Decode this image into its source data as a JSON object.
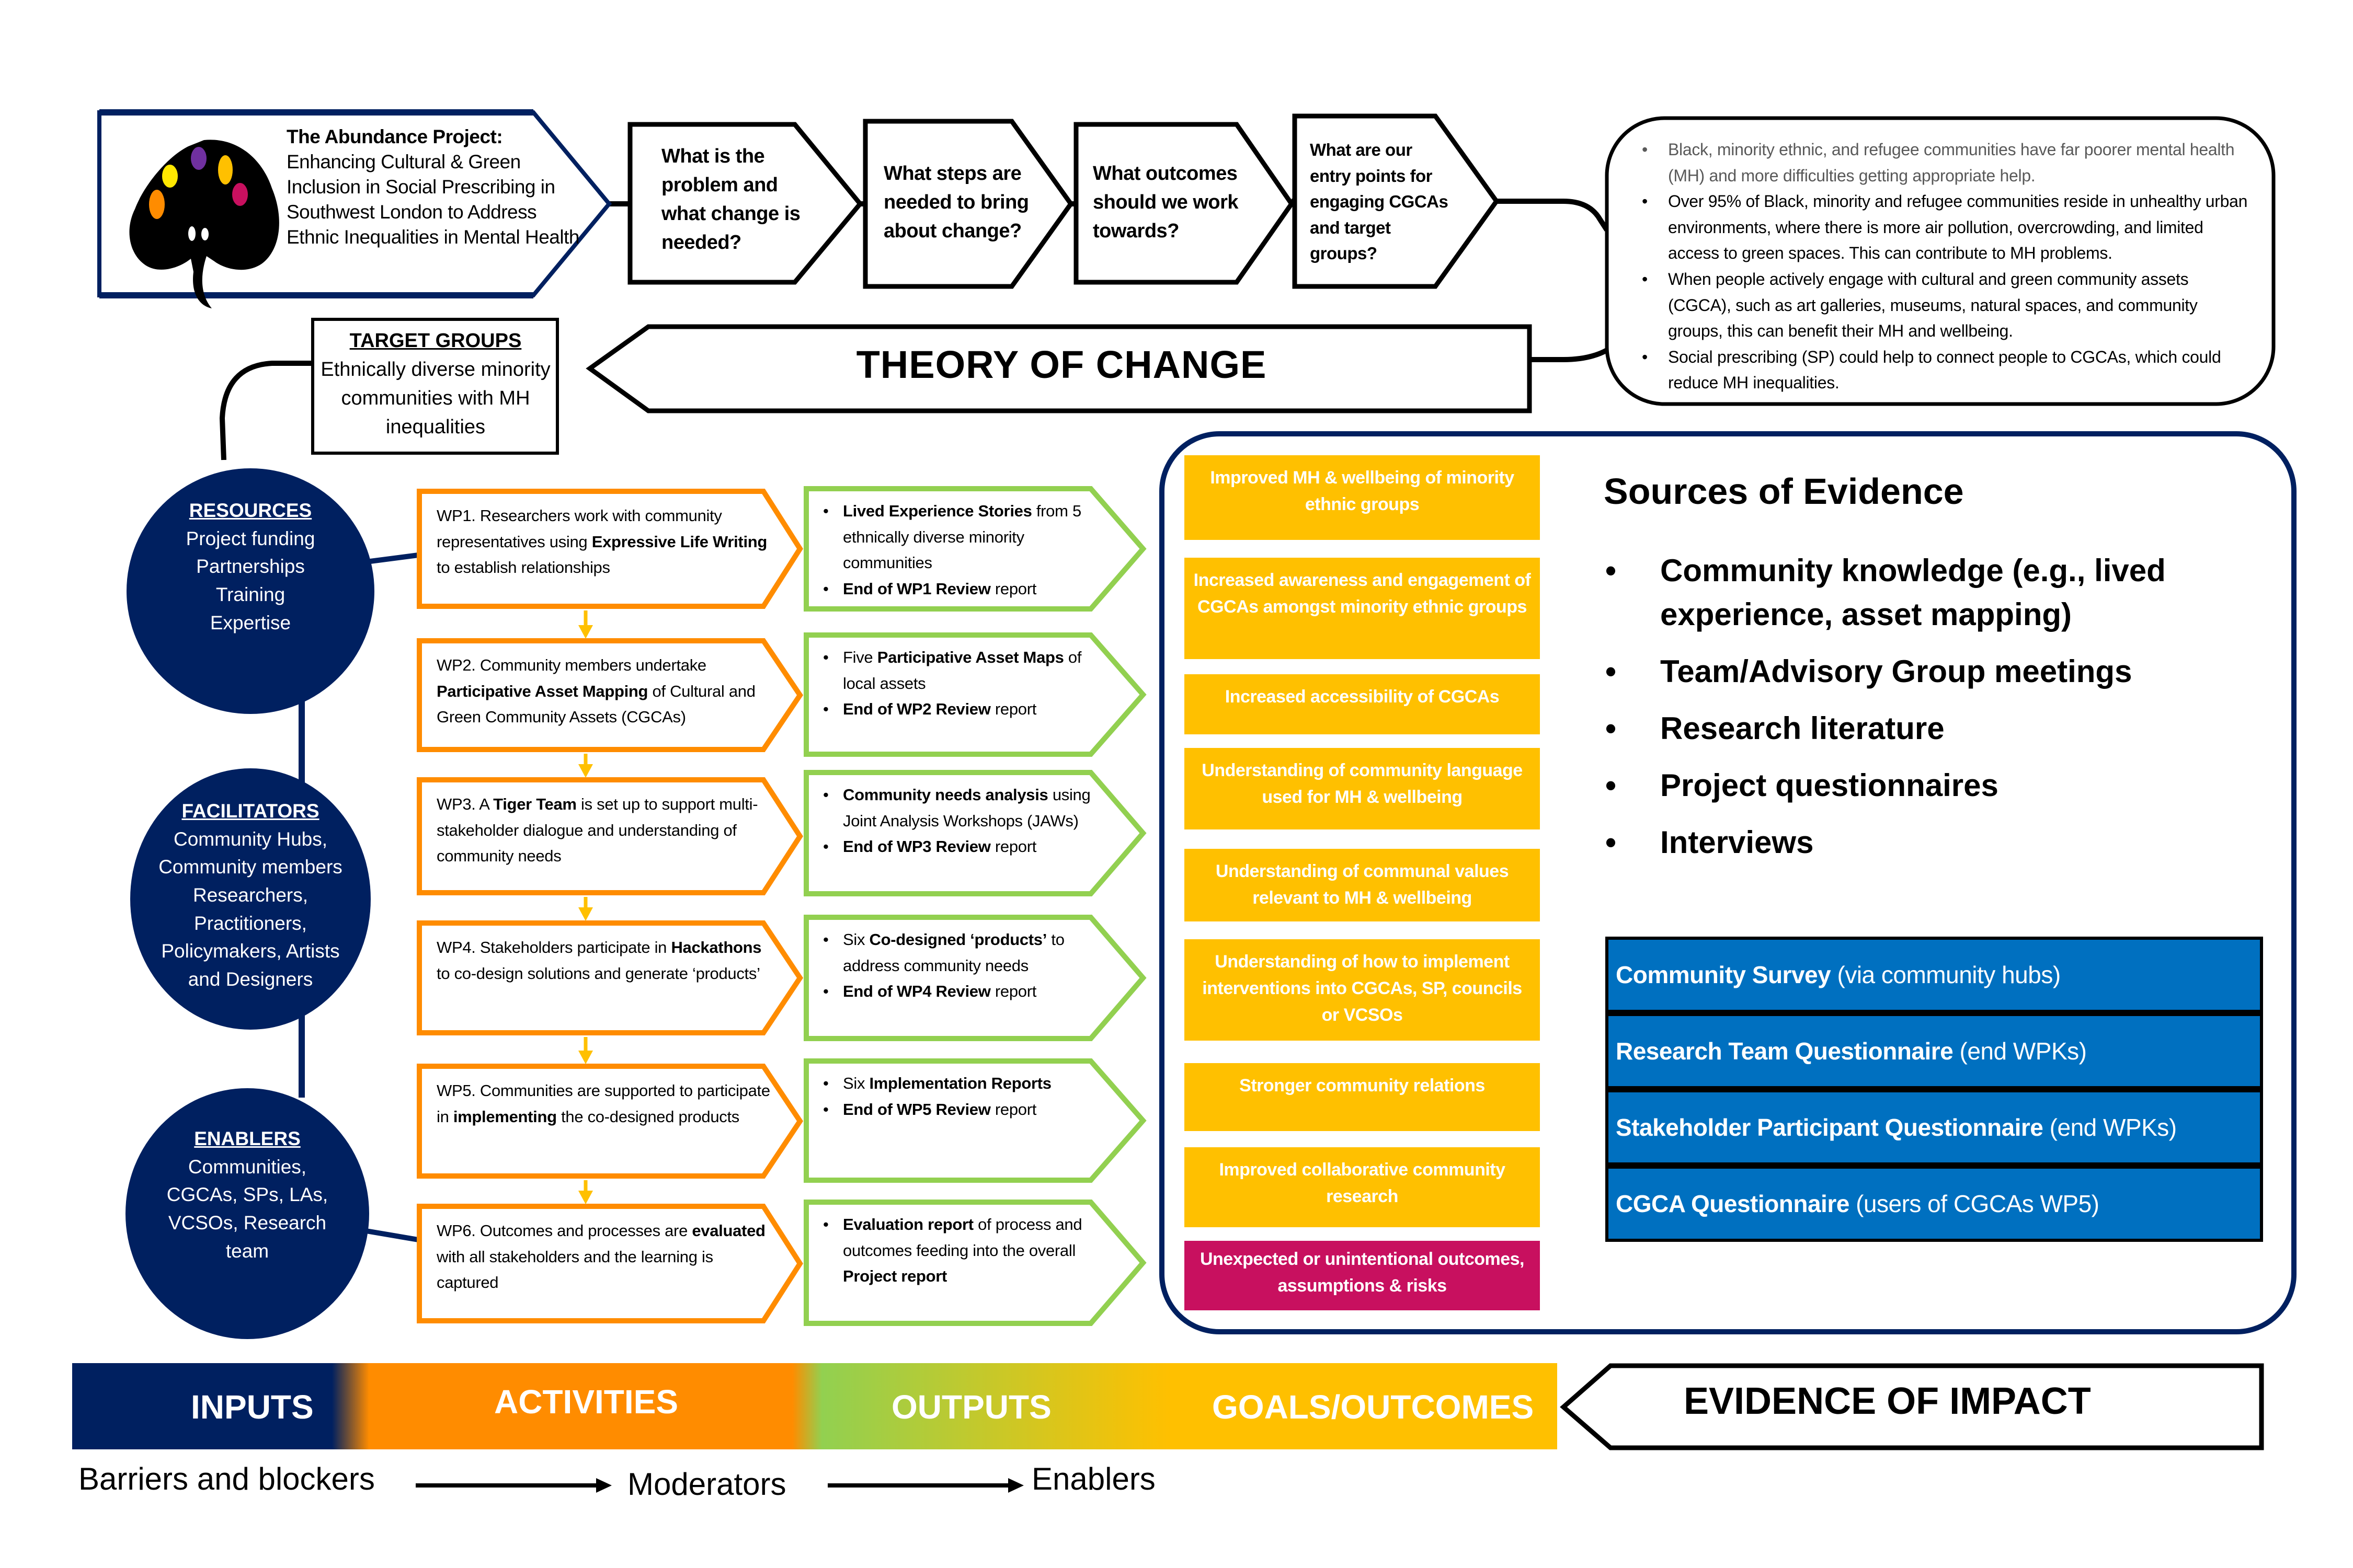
{
  "header": {
    "title_bold": "The Abundance Project:",
    "title_rest": "Enhancing Cultural & Green Inclusion in Social Prescribing in Southwest London to Address Ethnic Inequalities in Mental Health",
    "logo": "tree-logo",
    "questions": [
      "What is the problem and what change is needed?",
      "What steps are needed to bring about change?",
      "What outcomes should we work towards?",
      "What are our entry points for engaging CGCAs and target groups?"
    ]
  },
  "problem_bullets": [
    "Black, minority ethnic, and refugee communities have far poorer mental health (MH) and more difficulties getting appropriate help.",
    "Over 95% of Black, minority and refugee communities reside in unhealthy urban environments, where there is more air pollution, overcrowding, and limited access to green spaces. This can contribute to MH problems.",
    "When people actively engage with cultural and green community assets (CGCA), such as art galleries, museums, natural spaces, and community groups, this can benefit their MH and wellbeing.",
    "Social prescribing (SP) could help to connect people to CGCAs, which could reduce MH inequalities."
  ],
  "target_groups": {
    "heading": "TARGET GROUPS",
    "text": "Ethnically diverse minority communities with MH inequalities"
  },
  "banner": "THEORY OF CHANGE",
  "inputs": [
    {
      "heading": "RESOURCES",
      "lines": [
        "Project funding",
        "Partnerships",
        "Training",
        "Expertise"
      ]
    },
    {
      "heading": "FACILITATORS",
      "lines": [
        "Community Hubs,",
        "Community members",
        "Researchers,",
        "Practitioners,",
        "Policymakers, Artists",
        "and Designers"
      ]
    },
    {
      "heading": "ENABLERS",
      "lines": [
        "Communities,",
        "CGCAs, SPs, LAs,",
        "VCSOs, Research",
        "team"
      ]
    }
  ],
  "activities": [
    [
      {
        "t": "WP1. Researchers work with community representatives using "
      },
      {
        "t": "Expressive Life Writing",
        "b": true
      },
      {
        "t": " to establish relationships"
      }
    ],
    [
      {
        "t": "WP2. Community members undertake "
      },
      {
        "t": "Participative Asset Mapping",
        "b": true
      },
      {
        "t": " of Cultural and Green Community Assets (CGCAs)"
      }
    ],
    [
      {
        "t": "WP3. A "
      },
      {
        "t": "Tiger Team",
        "b": true
      },
      {
        "t": " is set up to support multi-stakeholder dialogue and understanding of community needs"
      }
    ],
    [
      {
        "t": "WP4. Stakeholders participate in "
      },
      {
        "t": "Hackathons",
        "b": true
      },
      {
        "t": " to co-design solutions and generate ‘products’"
      }
    ],
    [
      {
        "t": "WP5. Communities are supported to participate in "
      },
      {
        "t": "implementing",
        "b": true
      },
      {
        "t": " the co-designed products"
      }
    ],
    [
      {
        "t": "WP6. Outcomes and processes are "
      },
      {
        "t": "evaluated",
        "b": true
      },
      {
        "t": " with all stakeholders and the learning is captured"
      }
    ]
  ],
  "outputs": [
    [
      [
        {
          "t": "Lived Experience Stories",
          "b": true
        },
        {
          "t": " from 5 ethnically diverse minority communities"
        }
      ],
      [
        {
          "t": "End of WP1 Review",
          "b": true
        },
        {
          "t": " report"
        }
      ]
    ],
    [
      [
        {
          "t": "Five "
        },
        {
          "t": "Participative Asset Maps",
          "b": true
        },
        {
          "t": " of local assets"
        }
      ],
      [
        {
          "t": "End of WP2 Review",
          "b": true
        },
        {
          "t": " report"
        }
      ]
    ],
    [
      [
        {
          "t": "Community needs analysis",
          "b": true
        },
        {
          "t": " using Joint Analysis Workshops (JAWs)"
        }
      ],
      [
        {
          "t": "End of WP3 Review",
          "b": true
        },
        {
          "t": " report"
        }
      ]
    ],
    [
      [
        {
          "t": "Six "
        },
        {
          "t": "Co-designed ‘products’",
          "b": true
        },
        {
          "t": " to address community needs"
        }
      ],
      [
        {
          "t": "End of WP4 Review",
          "b": true
        },
        {
          "t": " report"
        }
      ]
    ],
    [
      [
        {
          "t": "Six "
        },
        {
          "t": "Implementation Reports",
          "b": true
        }
      ],
      [
        {
          "t": "End of WP5 Review",
          "b": true
        },
        {
          "t": " report"
        }
      ]
    ],
    [
      [
        {
          "t": "Evaluation report",
          "b": true
        },
        {
          "t": " of process and outcomes feeding into the overall "
        },
        {
          "t": "Project report",
          "b": true
        }
      ]
    ]
  ],
  "goals": [
    "Improved MH & wellbeing of minority ethnic groups",
    "Increased awareness and engagement of CGCAs amongst minority ethnic groups",
    "Increased accessibility of CGCAs",
    "Understanding of community language used for MH & wellbeing",
    "Understanding of communal values relevant to MH & wellbeing",
    "Understanding of how to implement interventions into CGCAs, SP, councils or VCSOs",
    "Stronger community relations",
    "Improved collaborative community research"
  ],
  "goal_risk": "Unexpected or unintentional outcomes, assumptions & risks",
  "evidence": {
    "title": "Sources of Evidence",
    "bullets": [
      "Community knowledge (e.g., lived experience, asset mapping)",
      "Team/Advisory Group meetings",
      "Research literature",
      "Project questionnaires",
      "Interviews"
    ],
    "table": [
      {
        "bold": "Community Survey",
        "rest": " (via community hubs)"
      },
      {
        "bold": "Research Team Questionnaire",
        "rest": " (end WPKs)"
      },
      {
        "bold": "Stakeholder Participant Questionnaire",
        "rest": " (end WPKs)"
      },
      {
        "bold": "CGCA Questionnaire",
        "rest": " (users of CGCAs WP5)"
      }
    ]
  },
  "stages": [
    "INPUTS",
    "ACTIVITIES",
    "OUTPUTS",
    "GOALS/OUTCOMES"
  ],
  "evidence_of_impact": "EVIDENCE OF IMPACT",
  "flow": [
    "Barriers and blockers",
    "Moderators",
    "Enablers"
  ],
  "colors": {
    "navy": "#002060",
    "orange": "#FF8C00",
    "green": "#92D050",
    "yellow": "#FFC000",
    "magenta": "#C8105F",
    "blue": "#0070C0",
    "muted_text": "#595959"
  }
}
